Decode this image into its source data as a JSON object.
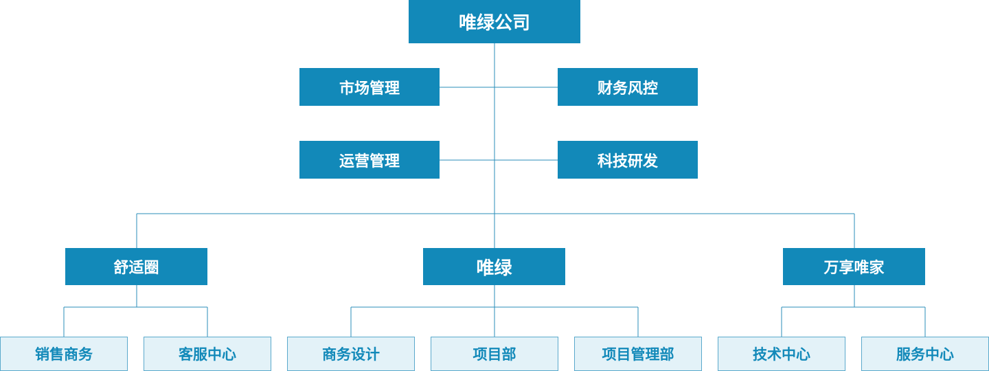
{
  "chart_title": "",
  "root": {
    "label": "唯绿公司"
  },
  "functions": [
    {
      "label": "市场管理"
    },
    {
      "label": "财务风控"
    },
    {
      "label": "运营管理"
    },
    {
      "label": "科技研发"
    }
  ],
  "branches": [
    {
      "label": "舒适圈",
      "children": [
        {
          "label": "销售商务"
        },
        {
          "label": "客服中心"
        }
      ]
    },
    {
      "label": "唯绿",
      "children": [
        {
          "label": "商务设计"
        },
        {
          "label": "项目部"
        },
        {
          "label": "项目管理部"
        }
      ]
    },
    {
      "label": "万享唯家",
      "children": [
        {
          "label": "技术中心"
        },
        {
          "label": "服务中心"
        }
      ]
    }
  ],
  "colors": {
    "primary": "#1289b9",
    "leaf_bg": "#e3f2f8",
    "leaf_border": "#5aa9cc",
    "connector": "#2a8db8"
  }
}
